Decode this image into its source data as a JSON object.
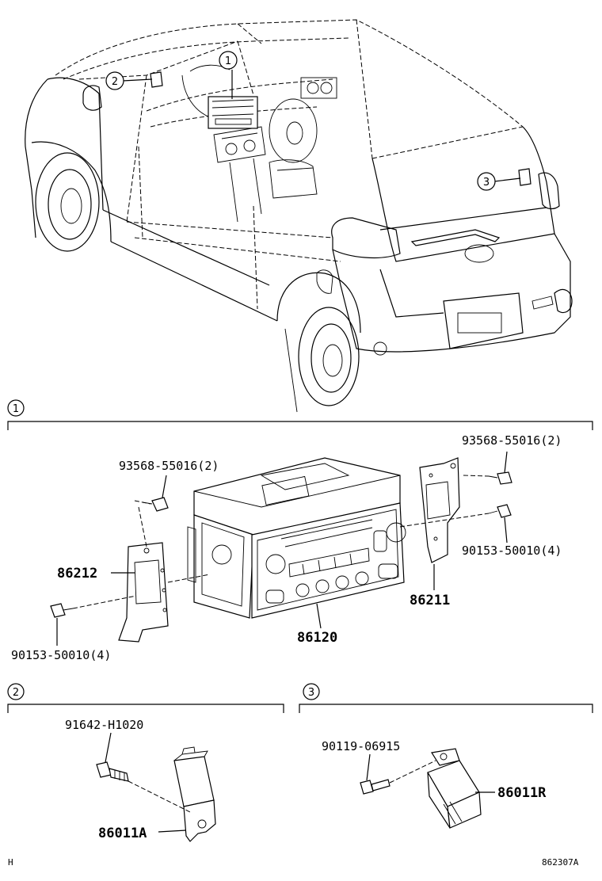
{
  "callouts": {
    "c1": "1",
    "c2": "2",
    "c3": "3"
  },
  "section1": {
    "marker": "1",
    "parts": {
      "screw_left": "93568-55016(2)",
      "screw_right": "93568-55016(2)",
      "bolt_right": "90153-50010(4)",
      "bolt_left": "90153-50010(4)",
      "bracket_left": "86212",
      "bracket_right": "86211",
      "radio": "86120"
    }
  },
  "section2": {
    "marker": "2",
    "parts": {
      "bolt": "91642-H1020",
      "antenna_amp": "86011A"
    }
  },
  "section3": {
    "marker": "3",
    "parts": {
      "bolt": "90119-06915",
      "antenna_amp": "86011R"
    }
  },
  "footer": {
    "left_code": "H",
    "right_code": "862307A"
  }
}
